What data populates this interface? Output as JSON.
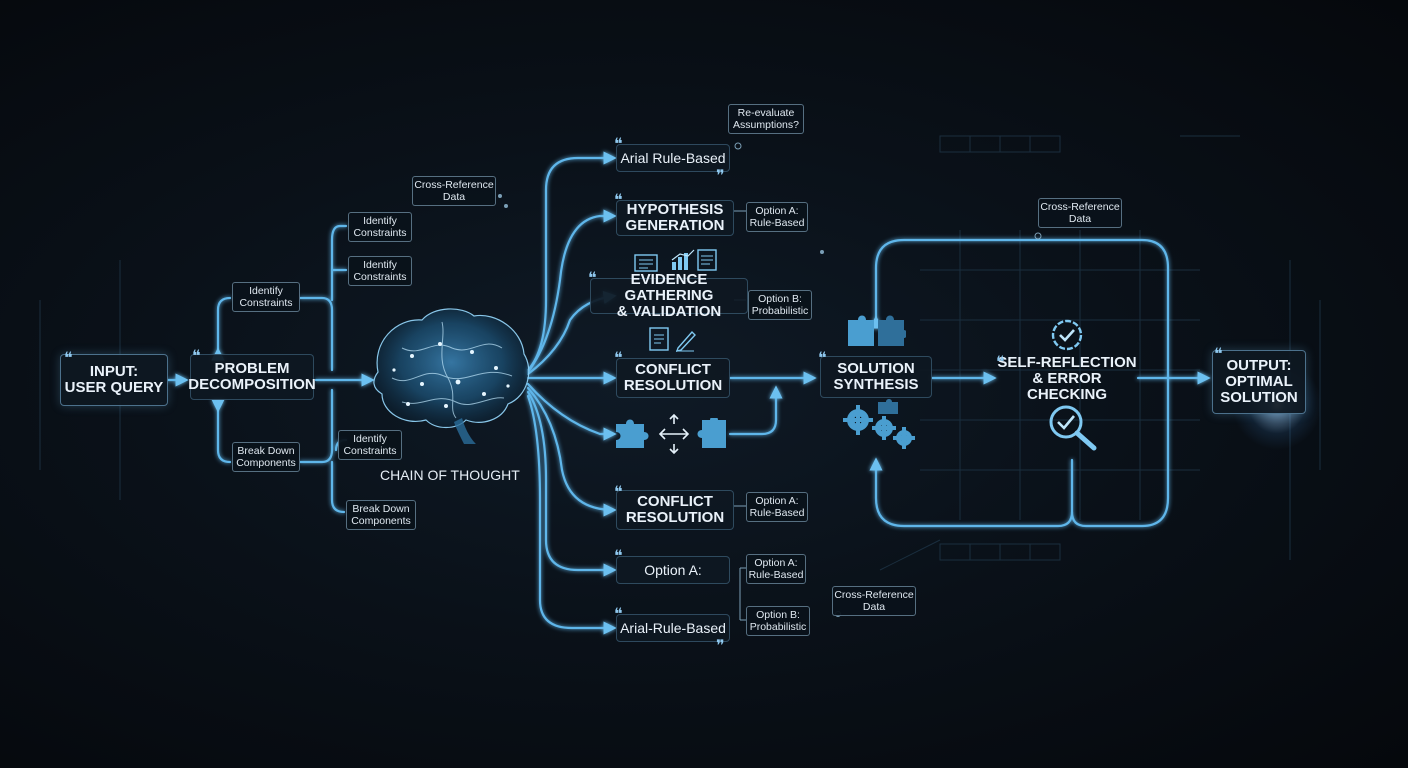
{
  "colors": {
    "wire": "#5fb6ea",
    "accent": "#7fc9f2",
    "grid": "#1e3446"
  },
  "input": {
    "label": "INPUT:\nUSER QUERY"
  },
  "decomposition": {
    "label": "PROBLEM\nDECOMPOSITION"
  },
  "left_tags": {
    "identify_top": "Identify\nConstraints",
    "break_down_bottom": "Break Down\nComponents",
    "identify_a": "Identify\nConstraints",
    "identify_b": "Identify\nConstraints",
    "cross_ref": "Cross-Reference\nData",
    "identify_c": "Identify\nConstraints",
    "break_down_c": "Break Down\nComponents"
  },
  "brain": {
    "caption": "CHAIN OF THOUGHT"
  },
  "branches": {
    "arial_top": "Arial Rule-Based",
    "hypothesis": "HYPOTHESIS\nGENERATION",
    "evidence": "EVIDENCE GATHERING\n& VALIDATION",
    "conflict_mid": "CONFLICT\nRESOLUTION",
    "conflict_low": "CONFLICT\nRESOLUTION",
    "option_a": "Option A:",
    "arial_bottom": "Arial-Rule-Based"
  },
  "branch_tags": {
    "reevaluate": "Re-evaluate\nAssumptions?",
    "opt_a_hyp": "Option A:\nRule-Based",
    "opt_b_evd": "Option B:\nProbabilistic",
    "opt_a_conf": "Option A:\nRule-Based",
    "opt_a_low": "Option A:\nRule-Based",
    "opt_b_low": "Option B:\nProbabilistic",
    "cross_ref_low": "Cross-Reference\nData"
  },
  "synthesis": {
    "label": "SOLUTION\nSYNTHESIS"
  },
  "reflection": {
    "label": "SELF-REFLECTION\n& ERROR CHECKING",
    "cross_ref": "Cross-Reference\nData"
  },
  "output": {
    "label": "OUTPUT:\nOPTIMAL\nSOLUTION"
  },
  "icons": [
    "document-icon",
    "chart-icon",
    "edit-icon",
    "puzzle-icon",
    "bidirectional-arrow-icon",
    "gears-icon",
    "check-circle-icon",
    "magnifier-check-icon"
  ]
}
